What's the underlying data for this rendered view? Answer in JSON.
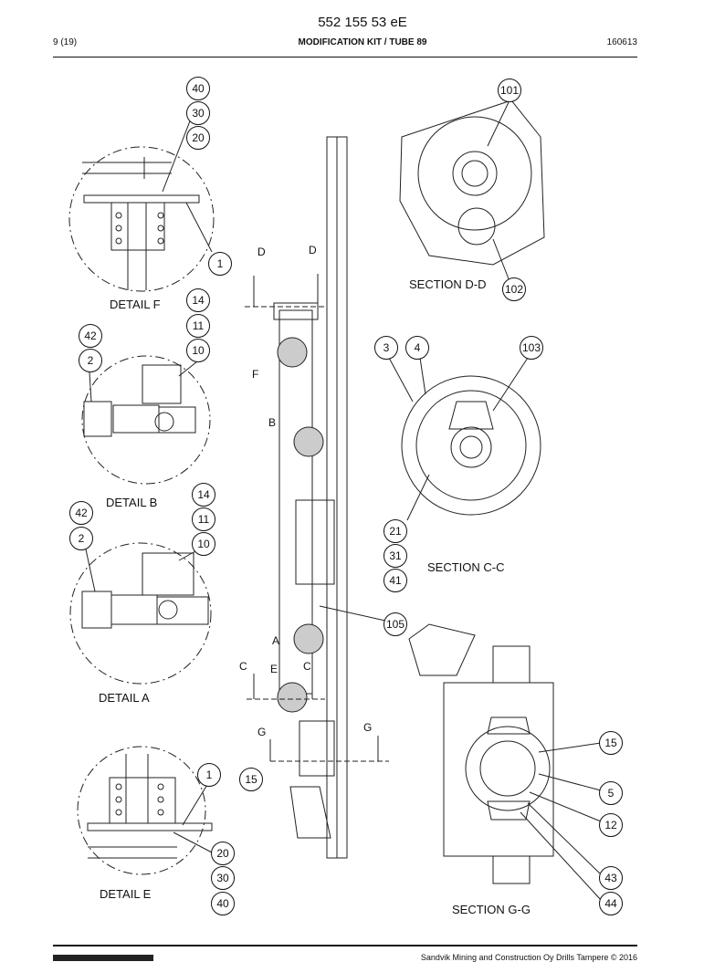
{
  "header": {
    "doc_number": "552 155 53 eE",
    "page": "9 (19)",
    "title": "MODIFICATION KIT / TUBE 89",
    "date": "160613"
  },
  "views": {
    "detail_f": "DETAIL F",
    "detail_b": "DETAIL B",
    "detail_a": "DETAIL A",
    "detail_e": "DETAIL E",
    "section_dd": "SECTION D-D",
    "section_cc": "SECTION C-C",
    "section_gg": "SECTION G-G"
  },
  "markers": {
    "d1": "D",
    "d2": "D",
    "f": "F",
    "b": "B",
    "a": "A",
    "c1": "C",
    "c2": "C",
    "e": "E",
    "g1": "G",
    "g2": "G"
  },
  "callouts": {
    "f_40": "40",
    "f_30": "30",
    "f_20": "20",
    "f_1": "1",
    "dd_101": "101",
    "dd_102": "102",
    "b_14": "14",
    "b_11": "11",
    "b_10": "10",
    "b_42": "42",
    "b_2": "2",
    "cc_3": "3",
    "cc_4": "4",
    "cc_103": "103",
    "cc_21": "21",
    "cc_31": "31",
    "cc_41": "41",
    "a_14": "14",
    "a_11": "11",
    "a_10": "10",
    "a_42": "42",
    "a_2": "2",
    "m_105": "105",
    "e_1": "1",
    "m_15": "15",
    "e_20": "20",
    "e_30": "30",
    "e_40": "40",
    "gg_15": "15",
    "gg_5": "5",
    "gg_12": "12",
    "gg_43": "43",
    "gg_44": "44"
  },
  "footer": {
    "copyright": "Sandvik Mining and Construction Oy Drills Tampere © 2016"
  }
}
